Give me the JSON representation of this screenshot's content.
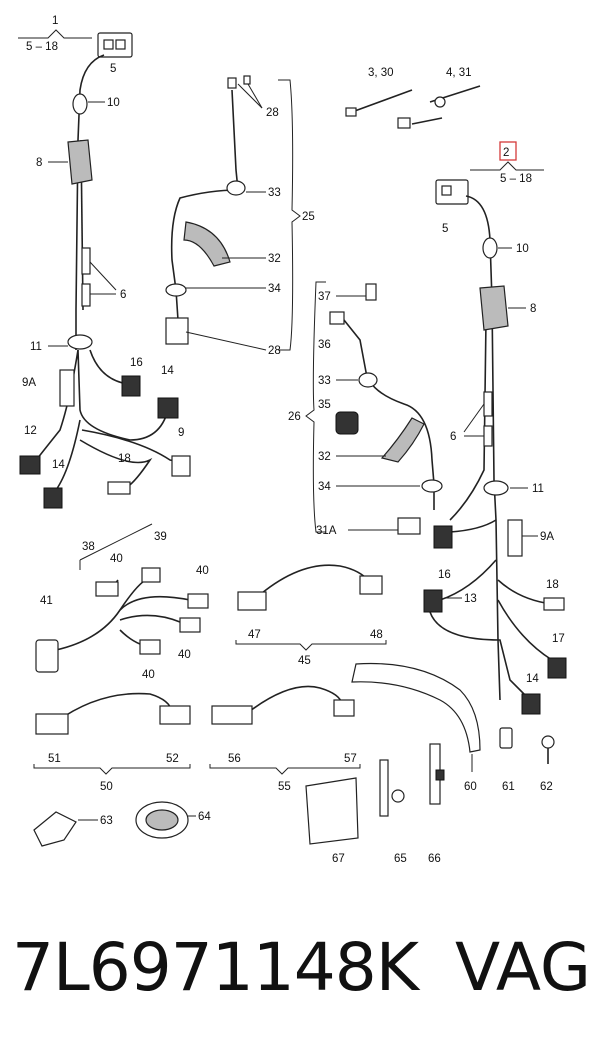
{
  "caption": {
    "part_number": "7L6971148K",
    "brand": "VAG"
  },
  "callouts": {
    "group1_num": "1",
    "group1_range": "5 – 18",
    "group2_num": "2",
    "group2_range": "5 – 18",
    "c3": "3, 30",
    "c4": "4, 31",
    "c5": "5",
    "c6": "6",
    "c8": "8",
    "c9": "9",
    "c9A": "9A",
    "c10": "10",
    "c11": "11",
    "c12": "12",
    "c13": "13",
    "c14": "14",
    "c16": "16",
    "c17": "17",
    "c18": "18",
    "c25": "25",
    "c26": "26",
    "c28": "28",
    "c31A": "31A",
    "c32": "32",
    "c33": "33",
    "c34": "34",
    "c35": "35",
    "c36": "36",
    "c37": "37",
    "c38": "38",
    "c39": "39",
    "c40": "40",
    "c41": "41",
    "c45": "45",
    "c47": "47",
    "c48": "48",
    "c50": "50",
    "c51": "51",
    "c52": "52",
    "c55": "55",
    "c56": "56",
    "c57": "57",
    "c60": "60",
    "c61": "61",
    "c62": "62",
    "c63": "63",
    "c64": "64",
    "c65": "65",
    "c66": "66",
    "c67": "67"
  },
  "colors": {
    "line": "#222222",
    "highlight": "#d43a3a",
    "background": "#ffffff"
  }
}
